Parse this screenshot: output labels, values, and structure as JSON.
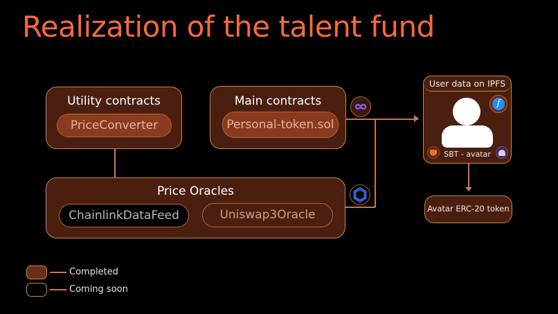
{
  "title": "Realization of the talent fund",
  "utility": {
    "title": "Utility contracts",
    "items": [
      "PriceConverter"
    ]
  },
  "main": {
    "title": "Main contracts",
    "items": [
      "Personal-token.sol"
    ]
  },
  "oracles": {
    "title": "Price Oracles",
    "items": [
      "ChainlinkDataFeed",
      "Uniswap3Oracle"
    ]
  },
  "ipfs": {
    "title": "User data on IPFS",
    "caption": "SBT - avatar"
  },
  "erc20": {
    "label": "Avatar ERC-20 token"
  },
  "icons": {
    "polygon": "polygon-icon",
    "chainlink": "chainlink-icon",
    "filecoin": "filecoin-icon",
    "metamask": "metamask-icon",
    "ghost": "ghost-icon"
  },
  "legend": {
    "completed": "Completed",
    "coming_soon": "Coming soon"
  },
  "colors": {
    "accent": "#f46a3c",
    "box": "#4a1f10",
    "border": "#c98a3e",
    "pill": "#8a3a1e"
  }
}
